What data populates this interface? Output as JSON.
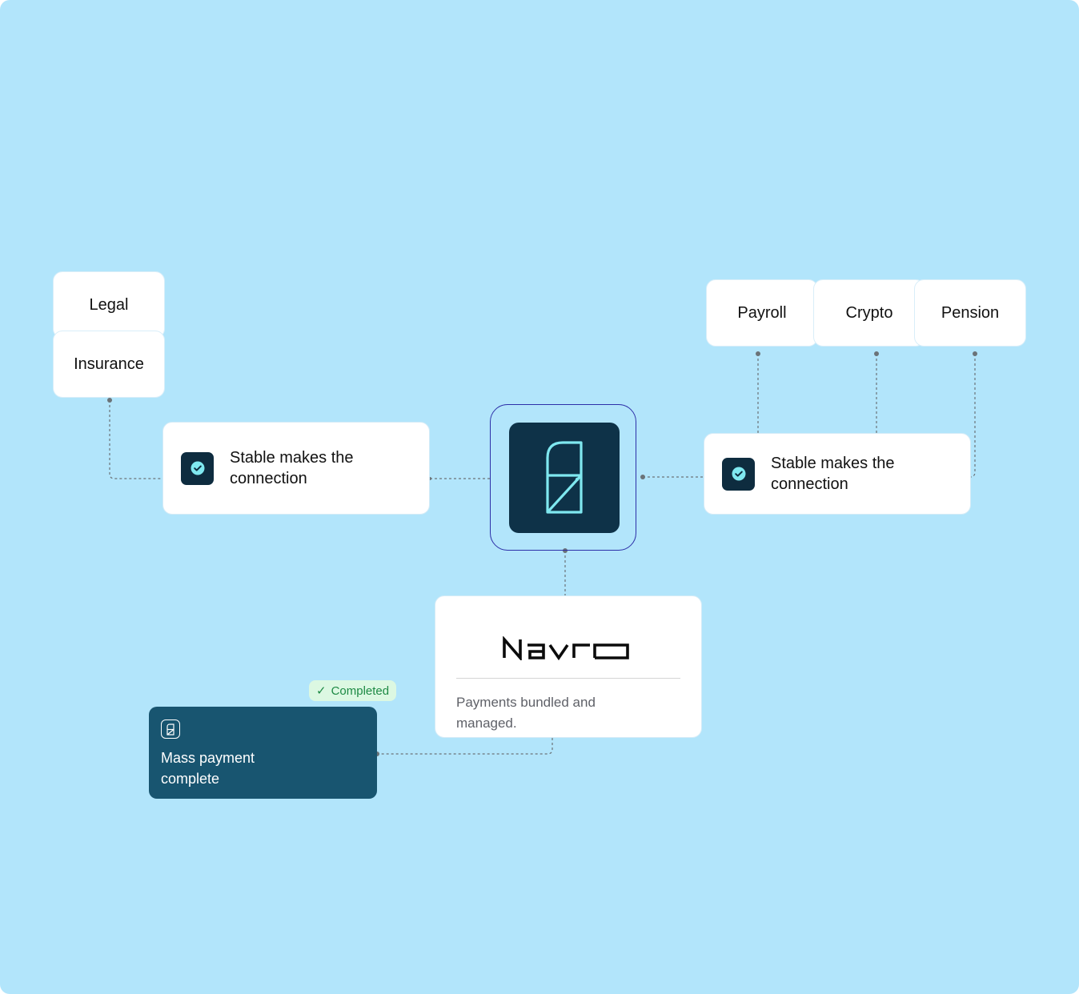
{
  "categories_left": [
    "Legal",
    "Insurance"
  ],
  "categories_right": [
    "Payroll",
    "Crypto",
    "Pension"
  ],
  "connection_cards": {
    "left": {
      "text": "Stable makes the connection",
      "icon": "check-circle-icon"
    },
    "right": {
      "text": "Stable makes the connection",
      "icon": "check-circle-icon"
    }
  },
  "hub": {
    "icon": "stable-logo-icon"
  },
  "navro": {
    "logo_text": "navro",
    "description": "Payments bundled and managed."
  },
  "status_badge": {
    "label": "Completed",
    "icon": "checkmark-icon"
  },
  "mass_payment": {
    "label": "Mass payment complete",
    "icon": "stable-logo-icon"
  },
  "colors": {
    "background": "#b2e5fb",
    "dark_tile": "#0e2c3f",
    "hub_border": "#2c2fa8",
    "accent_cyan": "#7fe8f0",
    "mass_card": "#185570",
    "badge_bg": "#dcf8e2",
    "badge_text": "#1e8a45"
  }
}
